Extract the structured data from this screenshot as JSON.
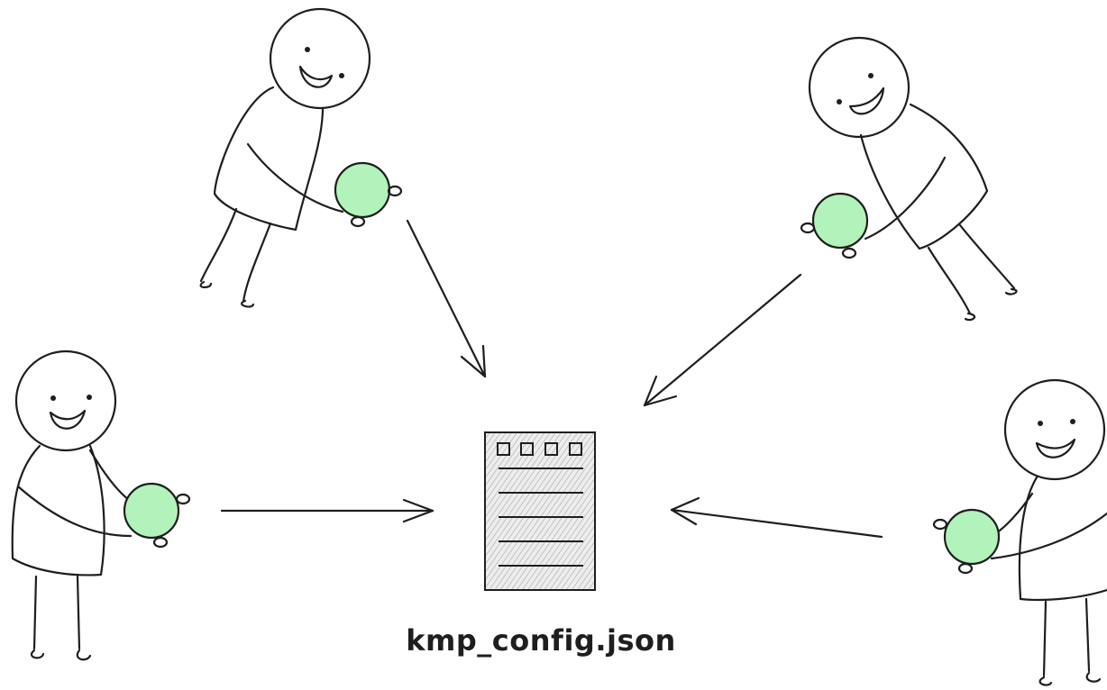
{
  "colors": {
    "ink": "#1e1e1e",
    "ball_fill": "#b2f2bb",
    "document_fill": "#e9e9e9"
  },
  "file": {
    "label": "kmp_config.json",
    "icon": "json-file-icon"
  },
  "people": [
    {
      "name": "person-top-left",
      "icon": "stick-person-holding-ball-icon"
    },
    {
      "name": "person-top-right",
      "icon": "stick-person-holding-ball-icon"
    },
    {
      "name": "person-bottom-left",
      "icon": "stick-person-holding-ball-icon"
    },
    {
      "name": "person-bottom-right",
      "icon": "stick-person-holding-ball-icon"
    }
  ]
}
